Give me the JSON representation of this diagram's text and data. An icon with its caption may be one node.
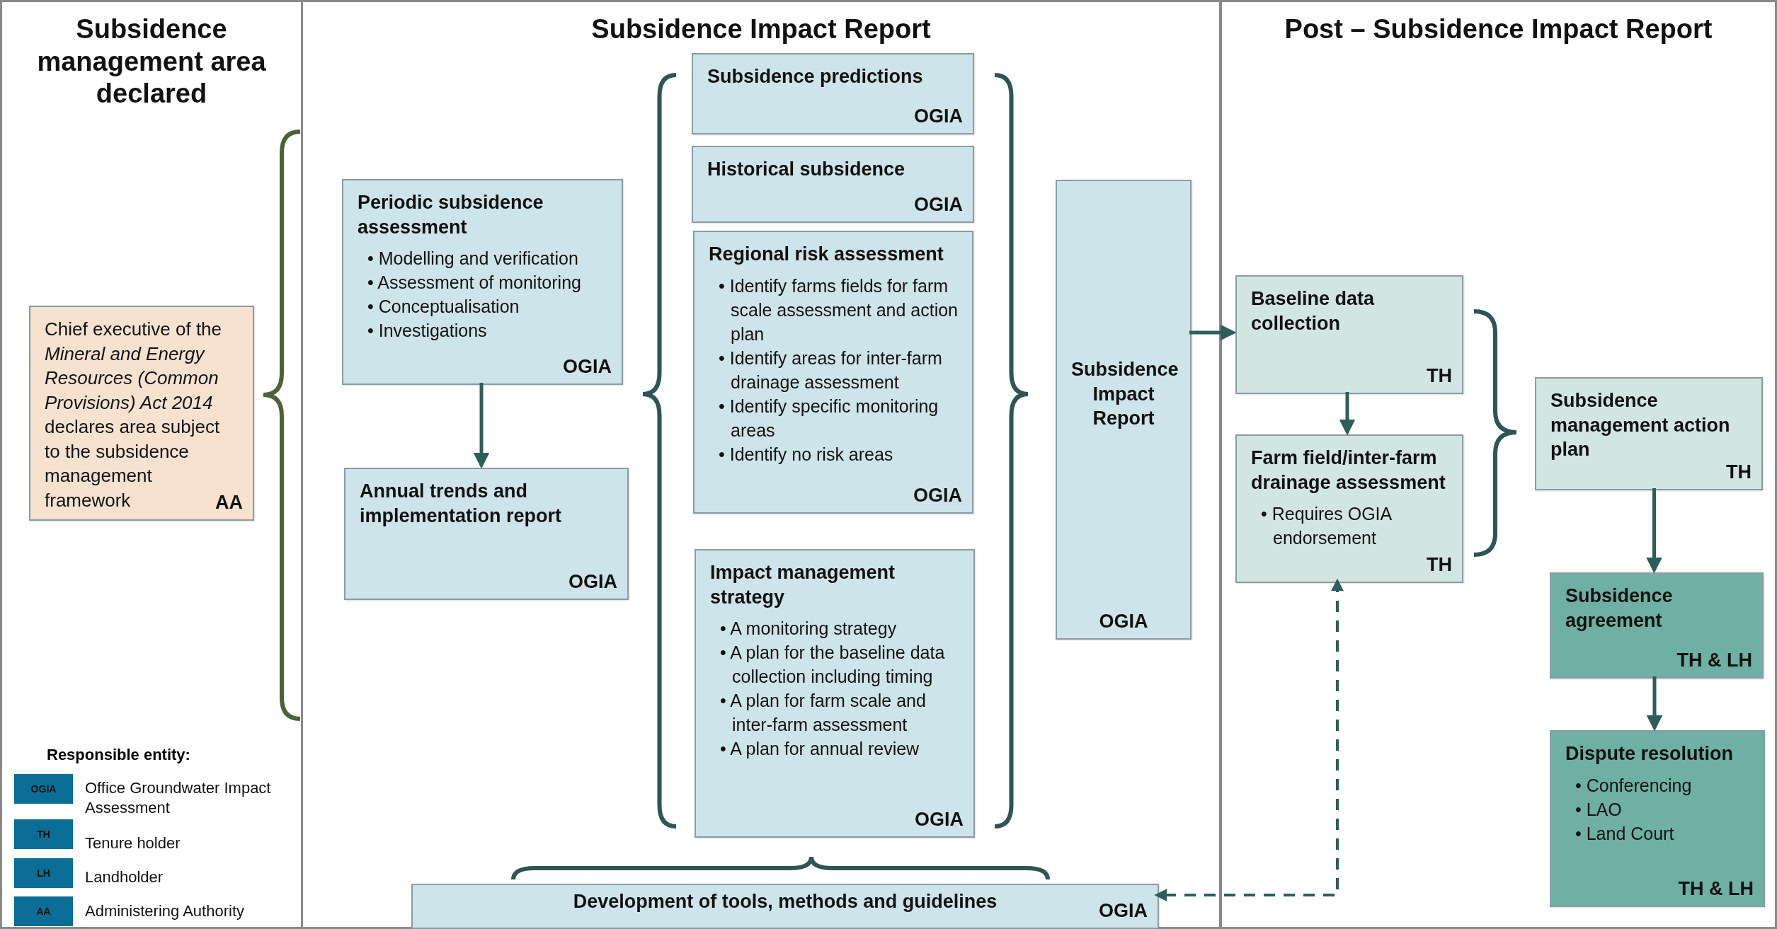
{
  "diagram": {
    "nodes": [
      {
        "text": [
          "Subsidence management area declared"
        ]
      },
      {
        "text": [
          "Chief executive of the *Mineral and Energy Resources (Common Provisions) Act 2014* declares area subject to the subsidence management framework",
          "AA"
        ],
        "in": 0
      },
      {
        "text": [
          "Subsidence Impact Report"
        ]
      },
      {
        "text": [
          "Periodic subsidence assessment",
          "• Modelling and verification",
          "• Assessment of monitoring",
          "• Conceptualisation",
          "• Investigations",
          "OGIA"
        ],
        "in": 2
      },
      {
        "text": [
          "Annual trends and implementation report",
          "OGIA"
        ],
        "in": 2
      },
      {
        "text": [
          "Subsidence predictions",
          "OGIA"
        ],
        "in": 2
      },
      {
        "text": [
          "Historical subsidence",
          "OGIA"
        ],
        "in": 2
      },
      {
        "text": [
          "Regional risk assessment",
          "• Identify farms fields for farm scale assessment and action plan",
          "• Identify areas for inter-farm drainage assessment",
          "• Identify specific monitoring areas",
          "• Identify no risk areas",
          "OGIA"
        ],
        "in": 2
      },
      {
        "text": [
          "Impact management strategy",
          "• A monitoring strategy",
          "• A plan for the baseline data collection including timing",
          "• A plan for farm scale and inter-farm assessment",
          "• A plan for annual review",
          "OGIA"
        ],
        "in": 2
      },
      {
        "text": [
          "Subsidence Impact Report",
          "OGIA"
        ],
        "in": 2
      },
      {
        "text": [
          "Development of tools, methods and guidelines",
          "OGIA"
        ],
        "in": 2
      },
      {
        "text": [
          "Post – Subsidence Impact Report"
        ]
      },
      {
        "text": [
          "Baseline data collection",
          "TH"
        ],
        "in": 11
      },
      {
        "text": [
          "Farm field/inter-farm drainage  assessment",
          "• Requires OGIA endorsement",
          "TH"
        ],
        "in": 11
      },
      {
        "text": [
          "Subsidence management action plan",
          "TH"
        ],
        "in": 11
      },
      {
        "text": [
          "Subsidence agreement",
          "TH & LH"
        ],
        "in": 11
      },
      {
        "text": [
          "Dispute resolution",
          "• Conferencing",
          "• LAO",
          "• Land Court",
          "TH & LH"
        ],
        "in": 11
      }
    ],
    "edges": [
      {
        "from": 3,
        "to": 4,
        "arrow": "to"
      },
      {
        "from": 9,
        "to": 12,
        "arrow": "to"
      },
      {
        "from": 12,
        "to": 13,
        "arrow": "to"
      },
      {
        "from": 14,
        "to": 15,
        "arrow": "to"
      },
      {
        "from": 15,
        "to": 16,
        "arrow": "to"
      },
      {
        "from": 13,
        "to": 10,
        "arrow": "both",
        "style": "dashed"
      }
    ],
    "labels": [
      "Responsible entity:",
      "OGIA",
      "TH",
      "LH",
      "AA"
    ],
    "legend": [
      {
        "text": "Office Groundwater Impact Assessment",
        "color": "#0a6e96"
      },
      {
        "text": "Tenure holder",
        "color": "#0a6e96"
      },
      {
        "text": "Landholder",
        "color": "#0a6e96"
      },
      {
        "text": "Administering Authority",
        "color": "#0a6e96"
      }
    ]
  }
}
